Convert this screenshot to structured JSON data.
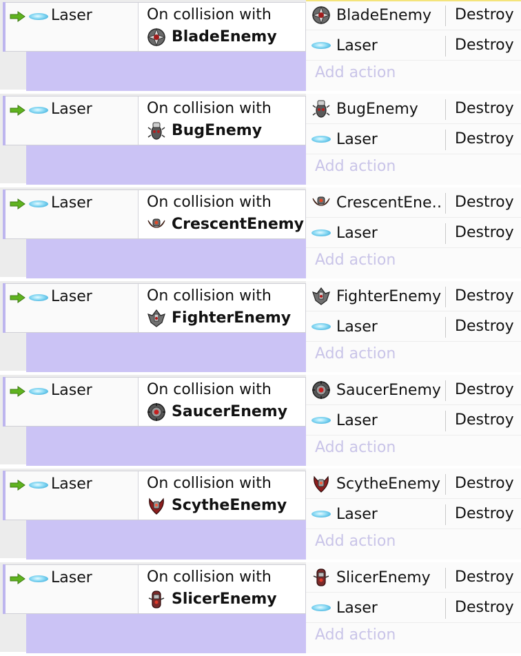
{
  "events": [
    {
      "object": "Laser",
      "condition_text": "On collision with",
      "target": {
        "name": "BladeEnemy",
        "icon": "blade-enemy-icon"
      },
      "actions": [
        {
          "object": "BladeEnemy",
          "icon": "blade-enemy-icon",
          "action": "Destroy"
        },
        {
          "object": "Laser",
          "icon": "laser-icon",
          "action": "Destroy"
        }
      ],
      "add_action": "Add action"
    },
    {
      "object": "Laser",
      "condition_text": "On collision with",
      "target": {
        "name": "BugEnemy",
        "icon": "bug-enemy-icon"
      },
      "actions": [
        {
          "object": "BugEnemy",
          "icon": "bug-enemy-icon",
          "action": "Destroy"
        },
        {
          "object": "Laser",
          "icon": "laser-icon",
          "action": "Destroy"
        }
      ],
      "add_action": "Add action"
    },
    {
      "object": "Laser",
      "condition_text": "On collision with",
      "target": {
        "name": "CrescentEnemy",
        "icon": "crescent-enemy-icon"
      },
      "actions": [
        {
          "object": "CrescentEne…",
          "icon": "crescent-enemy-icon",
          "action": "Destroy"
        },
        {
          "object": "Laser",
          "icon": "laser-icon",
          "action": "Destroy"
        }
      ],
      "add_action": "Add action"
    },
    {
      "object": "Laser",
      "condition_text": "On collision with",
      "target": {
        "name": "FighterEnemy",
        "icon": "fighter-enemy-icon"
      },
      "actions": [
        {
          "object": "FighterEnemy",
          "icon": "fighter-enemy-icon",
          "action": "Destroy"
        },
        {
          "object": "Laser",
          "icon": "laser-icon",
          "action": "Destroy"
        }
      ],
      "add_action": "Add action"
    },
    {
      "object": "Laser",
      "condition_text": "On collision with",
      "target": {
        "name": "SaucerEnemy",
        "icon": "saucer-enemy-icon"
      },
      "actions": [
        {
          "object": "SaucerEnemy",
          "icon": "saucer-enemy-icon",
          "action": "Destroy"
        },
        {
          "object": "Laser",
          "icon": "laser-icon",
          "action": "Destroy"
        }
      ],
      "add_action": "Add action"
    },
    {
      "object": "Laser",
      "condition_text": "On collision with",
      "target": {
        "name": "ScytheEnemy",
        "icon": "scythe-enemy-icon"
      },
      "actions": [
        {
          "object": "ScytheEnemy",
          "icon": "scythe-enemy-icon",
          "action": "Destroy"
        },
        {
          "object": "Laser",
          "icon": "laser-icon",
          "action": "Destroy"
        }
      ],
      "add_action": "Add action"
    },
    {
      "object": "Laser",
      "condition_text": "On collision with",
      "target": {
        "name": "SlicerEnemy",
        "icon": "slicer-enemy-icon"
      },
      "actions": [
        {
          "object": "SlicerEnemy",
          "icon": "slicer-enemy-icon",
          "action": "Destroy"
        },
        {
          "object": "Laser",
          "icon": "laser-icon",
          "action": "Destroy"
        }
      ],
      "add_action": "Add action"
    }
  ],
  "colors": {
    "event_purple": "#cbc3f5",
    "event_bar": "#bdb5ee",
    "add_action_text": "#c9c4e8",
    "arrow_green": "#5fb31f",
    "laser_blue": "#4cb6e0"
  }
}
